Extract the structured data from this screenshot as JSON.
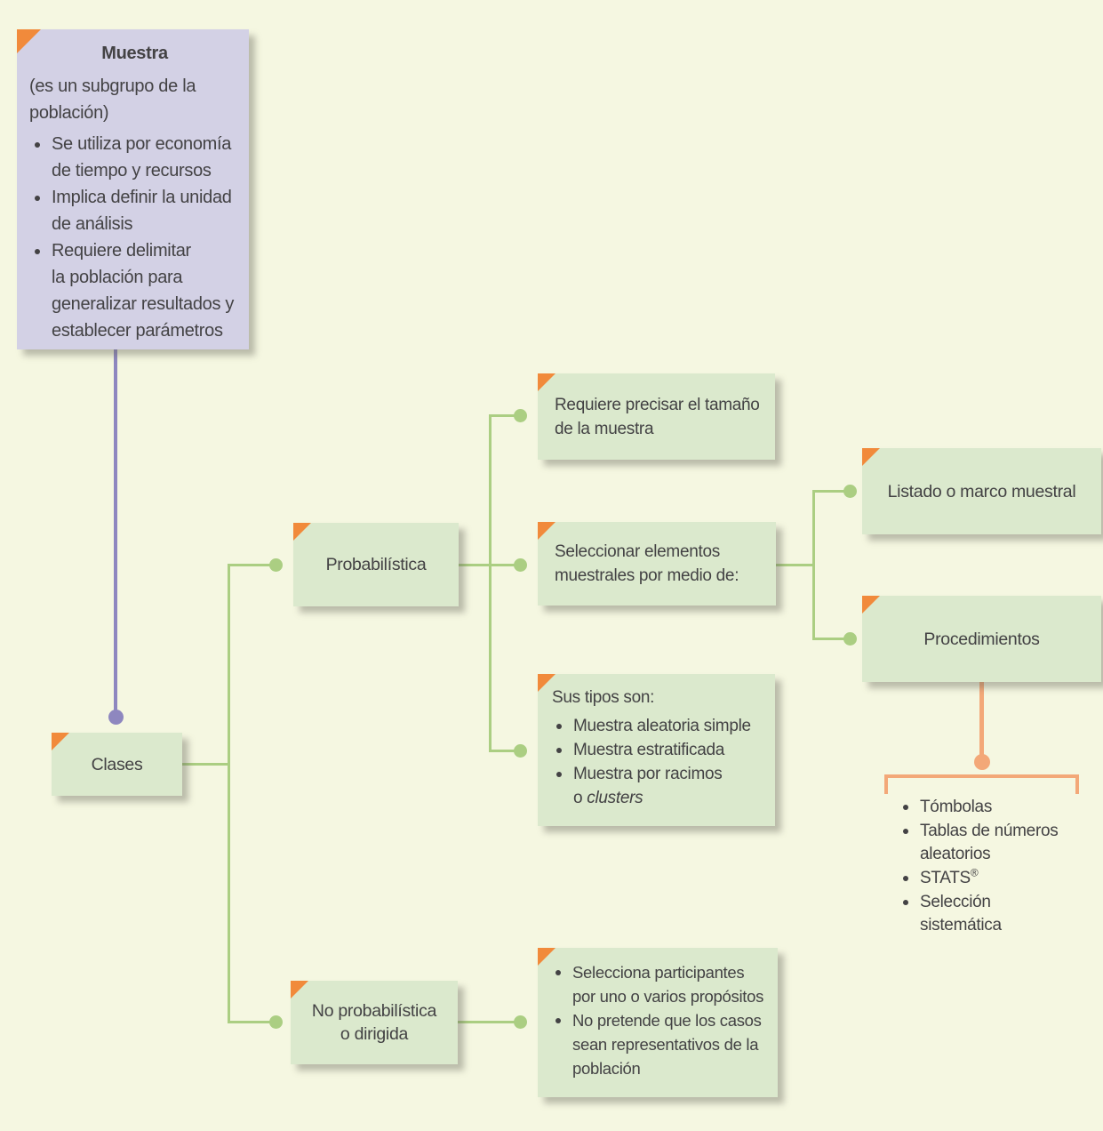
{
  "muestra": {
    "title": "Muestra",
    "subtitle": [
      "(es un subgrupo de la",
      "población)"
    ],
    "bullets": [
      [
        "Se utiliza por economía",
        "de tiempo y recursos"
      ],
      [
        "Implica definir la unidad",
        "de análisis"
      ],
      [
        "Requiere delimitar",
        "la población para",
        "generalizar resultados y",
        "establecer parámetros"
      ]
    ]
  },
  "clases": {
    "label": "Clases"
  },
  "probabilistica": {
    "label": "Probabilística"
  },
  "no_probabilistica": {
    "label": [
      "No probabilística",
      "o dirigida"
    ]
  },
  "tamano": {
    "text": [
      "Requiere precisar el tamaño",
      "de la muestra"
    ]
  },
  "seleccionar": {
    "text": [
      "Seleccionar elementos",
      "muestrales por medio de:"
    ]
  },
  "tipos": {
    "heading": "Sus tipos son:",
    "bullet1": "Muestra aleatoria simple",
    "bullet2": "Muestra estratificada",
    "bullet3_prefix": [
      "Muestra por racimos",
      "o "
    ],
    "bullet3_italic": "clusters"
  },
  "listado": {
    "label": "Listado o marco muestral"
  },
  "procedimientos": {
    "label": "Procedimientos"
  },
  "procedures_list": {
    "item1": "Tómbolas",
    "item2": [
      "Tablas de números",
      "aleatorios"
    ],
    "item3_base": "STATS",
    "item3_sup": "®",
    "item4": [
      "Selección",
      "sistemática"
    ]
  },
  "no_prob_desc": {
    "bullets": [
      [
        "Selecciona participantes",
        "por uno o varios propósitos"
      ],
      [
        "No pretende que los casos",
        "sean representativos de la",
        "población"
      ]
    ]
  },
  "colors": {
    "background": "#f5f7e1",
    "node_green": "#dbe9cd",
    "node_purple": "#d3d1e5",
    "corner_orange": "#f18a3b",
    "connector_orange": "#f3a878",
    "connector_green": "#abce82",
    "connector_purple": "#8e87bf",
    "text": "#434244"
  }
}
